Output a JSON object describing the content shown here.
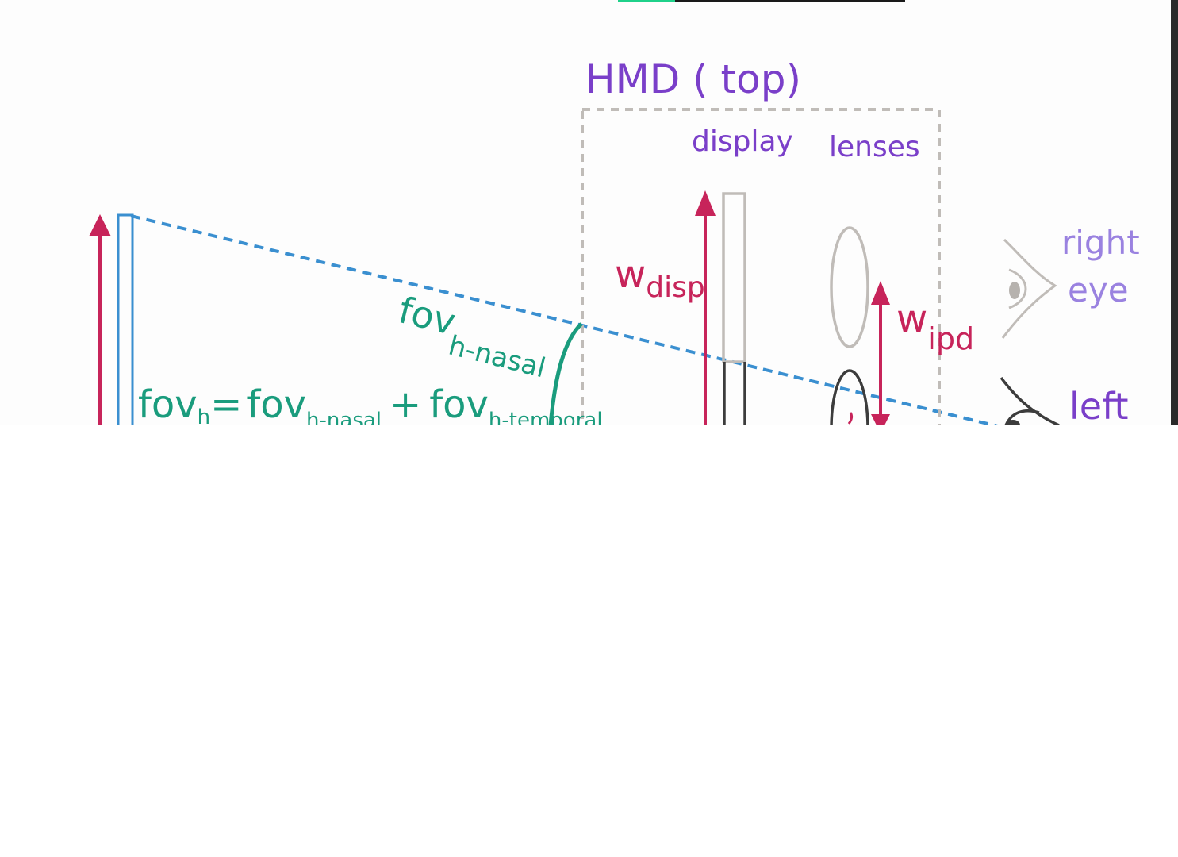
{
  "hmd": {
    "title": "HMD ( top)",
    "display_label": "display",
    "lenses_label": "lenses"
  },
  "labels": {
    "w_disp_main": "w",
    "w_disp_sub": "disp",
    "w_ipd_main": "w",
    "w_ipd_sub": "ipd",
    "right_eye_line1": "right",
    "right_eye_line2": "eye",
    "left_eye": "left",
    "fov_nasal_main": "fov",
    "fov_nasal_sub": "h-nasal",
    "formula_fov": "fov",
    "formula_h": "h",
    "formula_eq": "=",
    "formula_term1": "fov",
    "formula_term1_sub": "h-nasal",
    "formula_plus": "+",
    "formula_term2": "fov",
    "formula_term2_sub": "h-temporal"
  },
  "colors": {
    "purple": "#7a3fc9",
    "lavender": "#9a82e0",
    "crimson": "#c7245a",
    "teal": "#1a9c7d",
    "blue": "#3a8fd0",
    "gray": "#c0bcb8",
    "dark": "#3c3c3c",
    "progress_green": "#1fd18a"
  }
}
